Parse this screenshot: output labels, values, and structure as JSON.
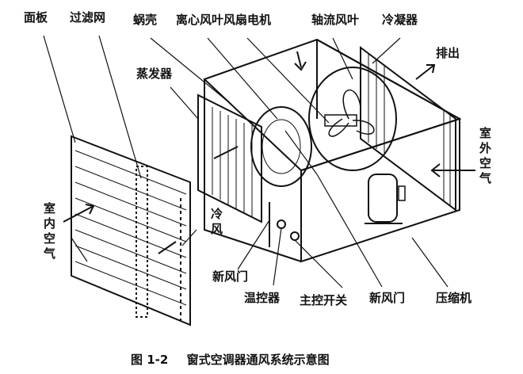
{
  "labels": {
    "panel": "面板",
    "filter": "过滤网",
    "volute": "蜗壳",
    "centrifugal_fan_motor": "离心风叶风扇电机",
    "axial_fan": "轴流风叶",
    "condenser": "冷凝器",
    "exhaust": "排出",
    "evaporator": "蒸发器",
    "outdoor_air": "室外空气",
    "indoor_air": "室内空气",
    "cold_air": "冷风",
    "fresh_air_door_left": "新风门",
    "thermostat": "温控器",
    "main_switch": "主控开关",
    "fresh_air_door_right": "新风门",
    "compressor": "压缩机"
  },
  "caption": {
    "number": "图 1-2",
    "title": "窗式空调器通风系统示意图"
  }
}
